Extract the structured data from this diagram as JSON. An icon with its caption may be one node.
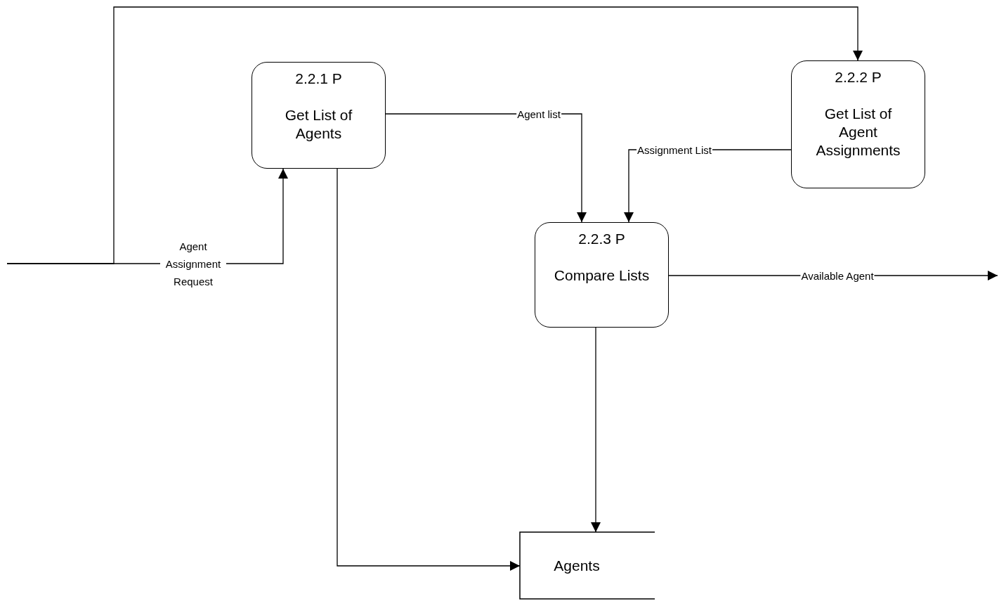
{
  "diagram": {
    "nodes": [
      {
        "text": [
          "2.2.1 P",
          "Get List of Agents"
        ]
      },
      {
        "text": [
          "2.2.2 P",
          "Get List of Agent Assignments"
        ]
      },
      {
        "text": [
          "2.2.3 P",
          "Compare Lists"
        ]
      },
      {
        "text": [
          "Agents"
        ]
      }
    ],
    "edges": [
      {
        "from": null,
        "to": 0,
        "arrow": "to",
        "label": "Agent Assignment Request"
      },
      {
        "from": null,
        "to": 1,
        "arrow": "to"
      },
      {
        "from": 0,
        "to": 2,
        "arrow": "to",
        "label": "Agent list"
      },
      {
        "from": 1,
        "to": 2,
        "arrow": "to",
        "label": "Assignment List"
      },
      {
        "from": 2,
        "to": null,
        "arrow": "to",
        "label": "Available Agent"
      },
      {
        "from": 2,
        "to": 3,
        "arrow": "to"
      },
      {
        "from": 0,
        "to": 3,
        "arrow": "to"
      }
    ]
  }
}
